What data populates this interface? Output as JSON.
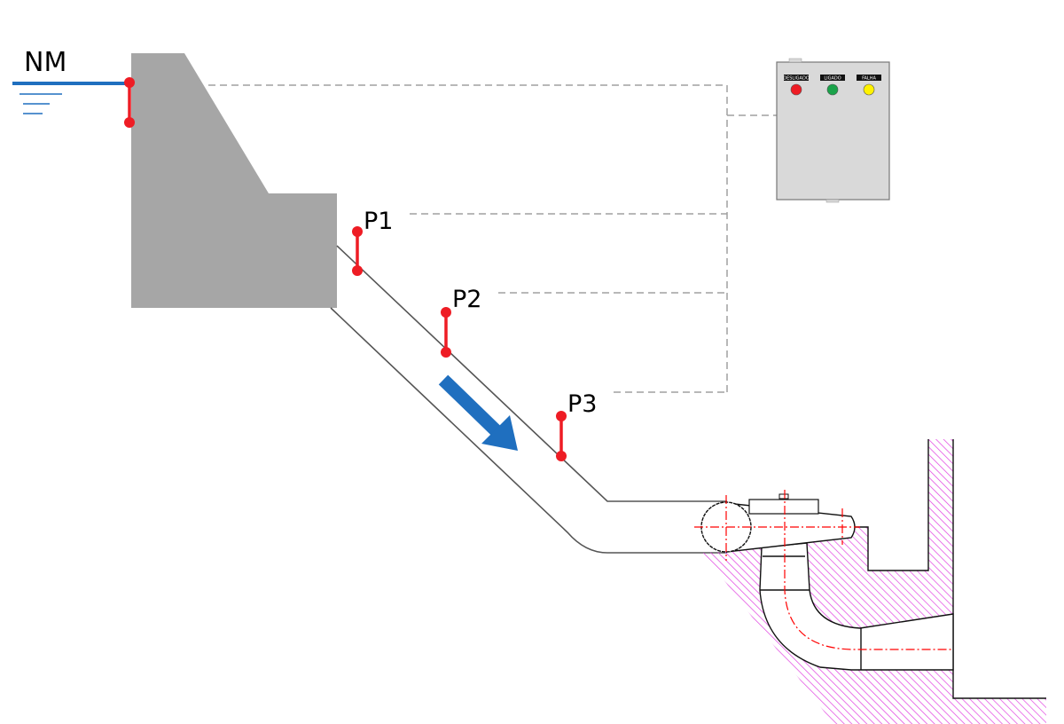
{
  "labels": {
    "water_level": "NM",
    "p1": "P1",
    "p2": "P2",
    "p3": "P3"
  },
  "panel": {
    "indicators": [
      {
        "label": "DESLIGADO",
        "color": "#ee1c24"
      },
      {
        "label": "LIGADO",
        "color": "#1aa34a"
      },
      {
        "label": "FALHA",
        "color": "#fff200"
      }
    ]
  },
  "colors": {
    "dam": "#a6a6a6",
    "sensor": "#ee1c24",
    "water": "#1f6fbf",
    "flow_arrow": "#1f6fbf",
    "hatch": "#e040e0",
    "centerline": "#ff0000",
    "signal_line": "#a0a0a0",
    "panel": "#d9d9d9"
  }
}
